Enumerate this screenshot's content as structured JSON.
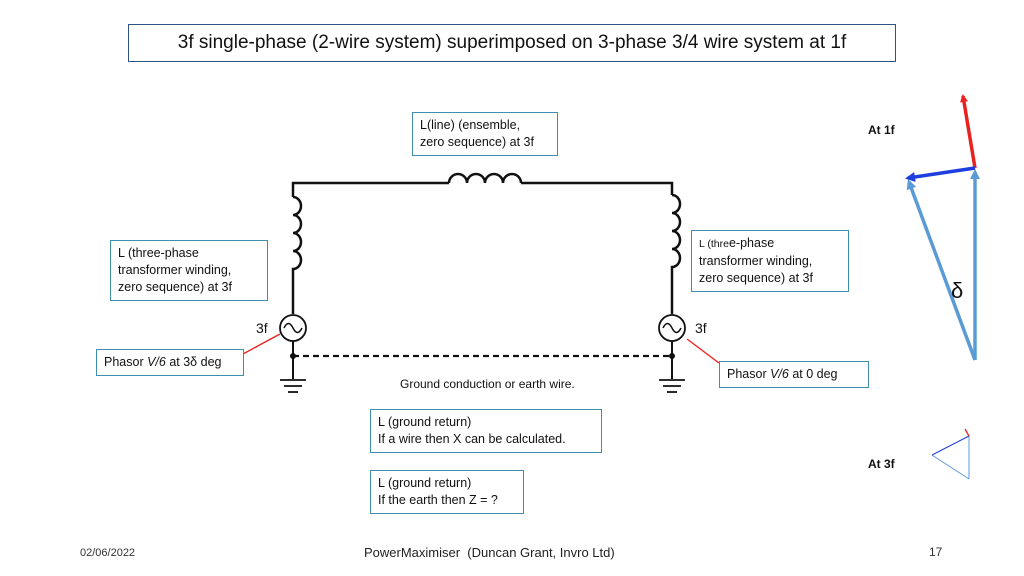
{
  "title": "3f single-phase (2-wire system) superimposed on 3-phase 3/4 wire system at 1f",
  "labels": {
    "line_inductor": [
      "L(line) (ensemble,",
      "zero sequence) at 3f"
    ],
    "left_winding": [
      "L (three-phase",
      "transformer winding,",
      "zero sequence) at 3f"
    ],
    "right_winding_prefix": "L (thre",
    "right_winding_rest": "e-phase",
    "right_winding": [
      "transformer winding,",
      "zero sequence) at 3f"
    ],
    "left_phasor_a": "Phasor ",
    "left_phasor_b": "V/6",
    "left_phasor_c": " at 3δ deg",
    "right_phasor_a": "Phasor ",
    "right_phasor_b": "V/6",
    "right_phasor_c": " at 0 deg",
    "ground_conduction": "Ground conduction or earth wire.",
    "ground_wire": [
      "L (ground return)",
      "If a wire then X can be calculated."
    ],
    "ground_earth": [
      "L (ground return)",
      "If the earth then Z = ?"
    ],
    "source_left": "3f",
    "source_right": "3f"
  },
  "phasor": {
    "at_1f": "At 1f",
    "at_3f": "At 3f",
    "delta": "δ",
    "colors": {
      "red": "#e8231f",
      "blue": "#1f3ee0",
      "light_blue": "#5b9bd5"
    }
  },
  "footer": {
    "date": "02/06/2022",
    "center": "PowerMaximiser  (Duncan Grant, Invro Ltd)",
    "page": "17"
  }
}
